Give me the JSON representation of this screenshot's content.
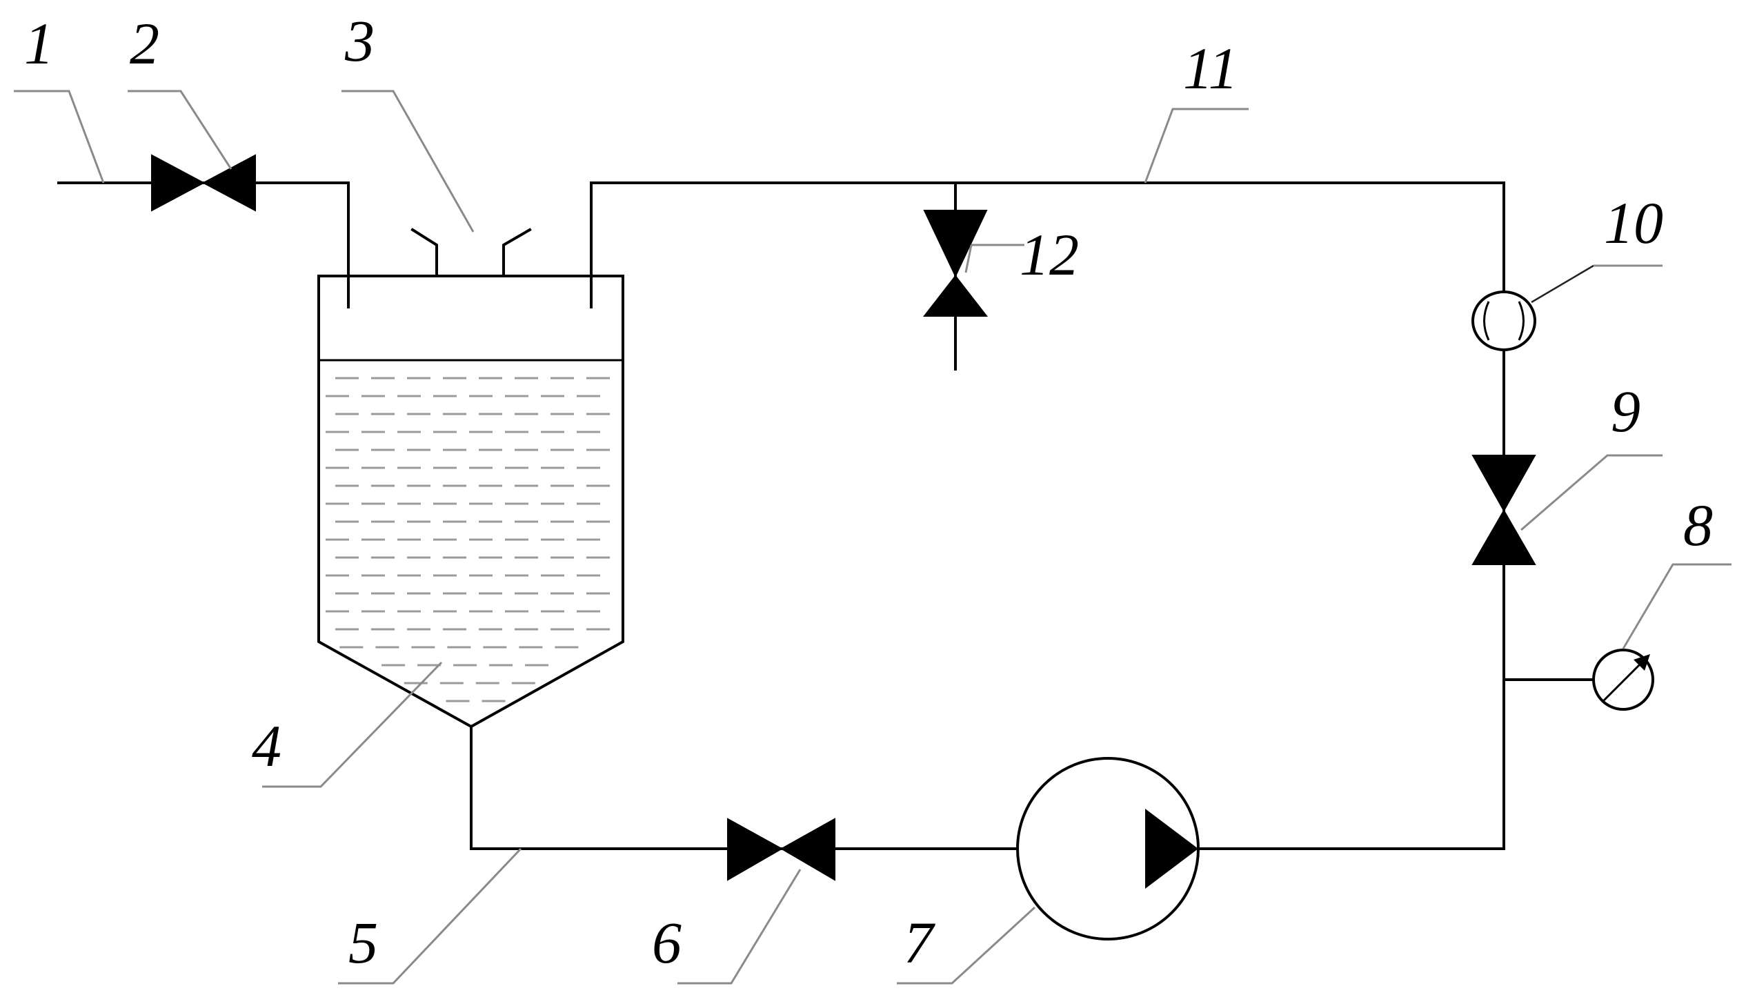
{
  "labels": {
    "n1": "1",
    "n2": "2",
    "n3": "3",
    "n4": "4",
    "n5": "5",
    "n6": "6",
    "n7": "7",
    "n8": "8",
    "n9": "9",
    "n10": "10",
    "n11": "11",
    "n12": "12"
  },
  "colors": {
    "line": "#000000",
    "leader": "#8a8a8a",
    "liquid_dashes": "#9a9a9a",
    "background": "#ffffff"
  }
}
